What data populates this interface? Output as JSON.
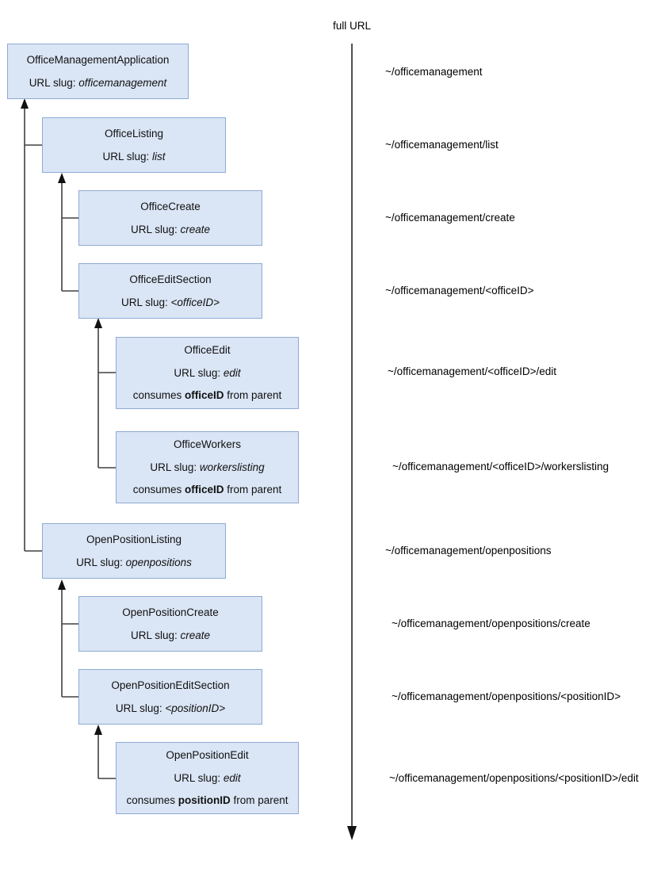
{
  "diagram": {
    "axis_label": "full URL",
    "slug_prefix": "URL slug: ",
    "consumes_prefix": "consumes ",
    "consumes_suffix": " from parent",
    "colors": {
      "node_fill": "#dae5f5",
      "node_border": "#8faad4",
      "connector": "#404040",
      "axis": "#262626",
      "text": "#111111"
    },
    "nodes": [
      {
        "id": "office-management-application",
        "title": "OfficeManagementApplication",
        "slug": "officemanagement",
        "consumes": null,
        "url": "~/officemanagement"
      },
      {
        "id": "office-listing",
        "title": "OfficeListing",
        "slug": "list",
        "consumes": null,
        "url": "~/officemanagement/list"
      },
      {
        "id": "office-create",
        "title": "OfficeCreate",
        "slug": "create",
        "consumes": null,
        "url": "~/officemanagement/create"
      },
      {
        "id": "office-edit-section",
        "title": "OfficeEditSection",
        "slug": "<officeID>",
        "consumes": null,
        "url": "~/officemanagement/<officeID>"
      },
      {
        "id": "office-edit",
        "title": "OfficeEdit",
        "slug": "edit",
        "consumes": "officeID",
        "url": "~/officemanagement/<officeID>/edit"
      },
      {
        "id": "office-workers",
        "title": "OfficeWorkers",
        "slug": "workerslisting",
        "consumes": "officeID",
        "url": "~/officemanagement/<officeID>/workerslisting"
      },
      {
        "id": "open-position-listing",
        "title": "OpenPositionListing",
        "slug": "openpositions",
        "consumes": null,
        "url": "~/officemanagement/openpositions"
      },
      {
        "id": "open-position-create",
        "title": "OpenPositionCreate",
        "slug": "create",
        "consumes": null,
        "url": "~/officemanagement/openpositions/create"
      },
      {
        "id": "open-position-edit-section",
        "title": "OpenPositionEditSection",
        "slug": "<positionID>",
        "consumes": null,
        "url": "~/officemanagement/openpositions/<positionID>"
      },
      {
        "id": "open-position-edit",
        "title": "OpenPositionEdit",
        "slug": "edit",
        "consumes": "positionID",
        "url": "~/officemanagement/openpositions/<positionID>/edit"
      }
    ]
  }
}
